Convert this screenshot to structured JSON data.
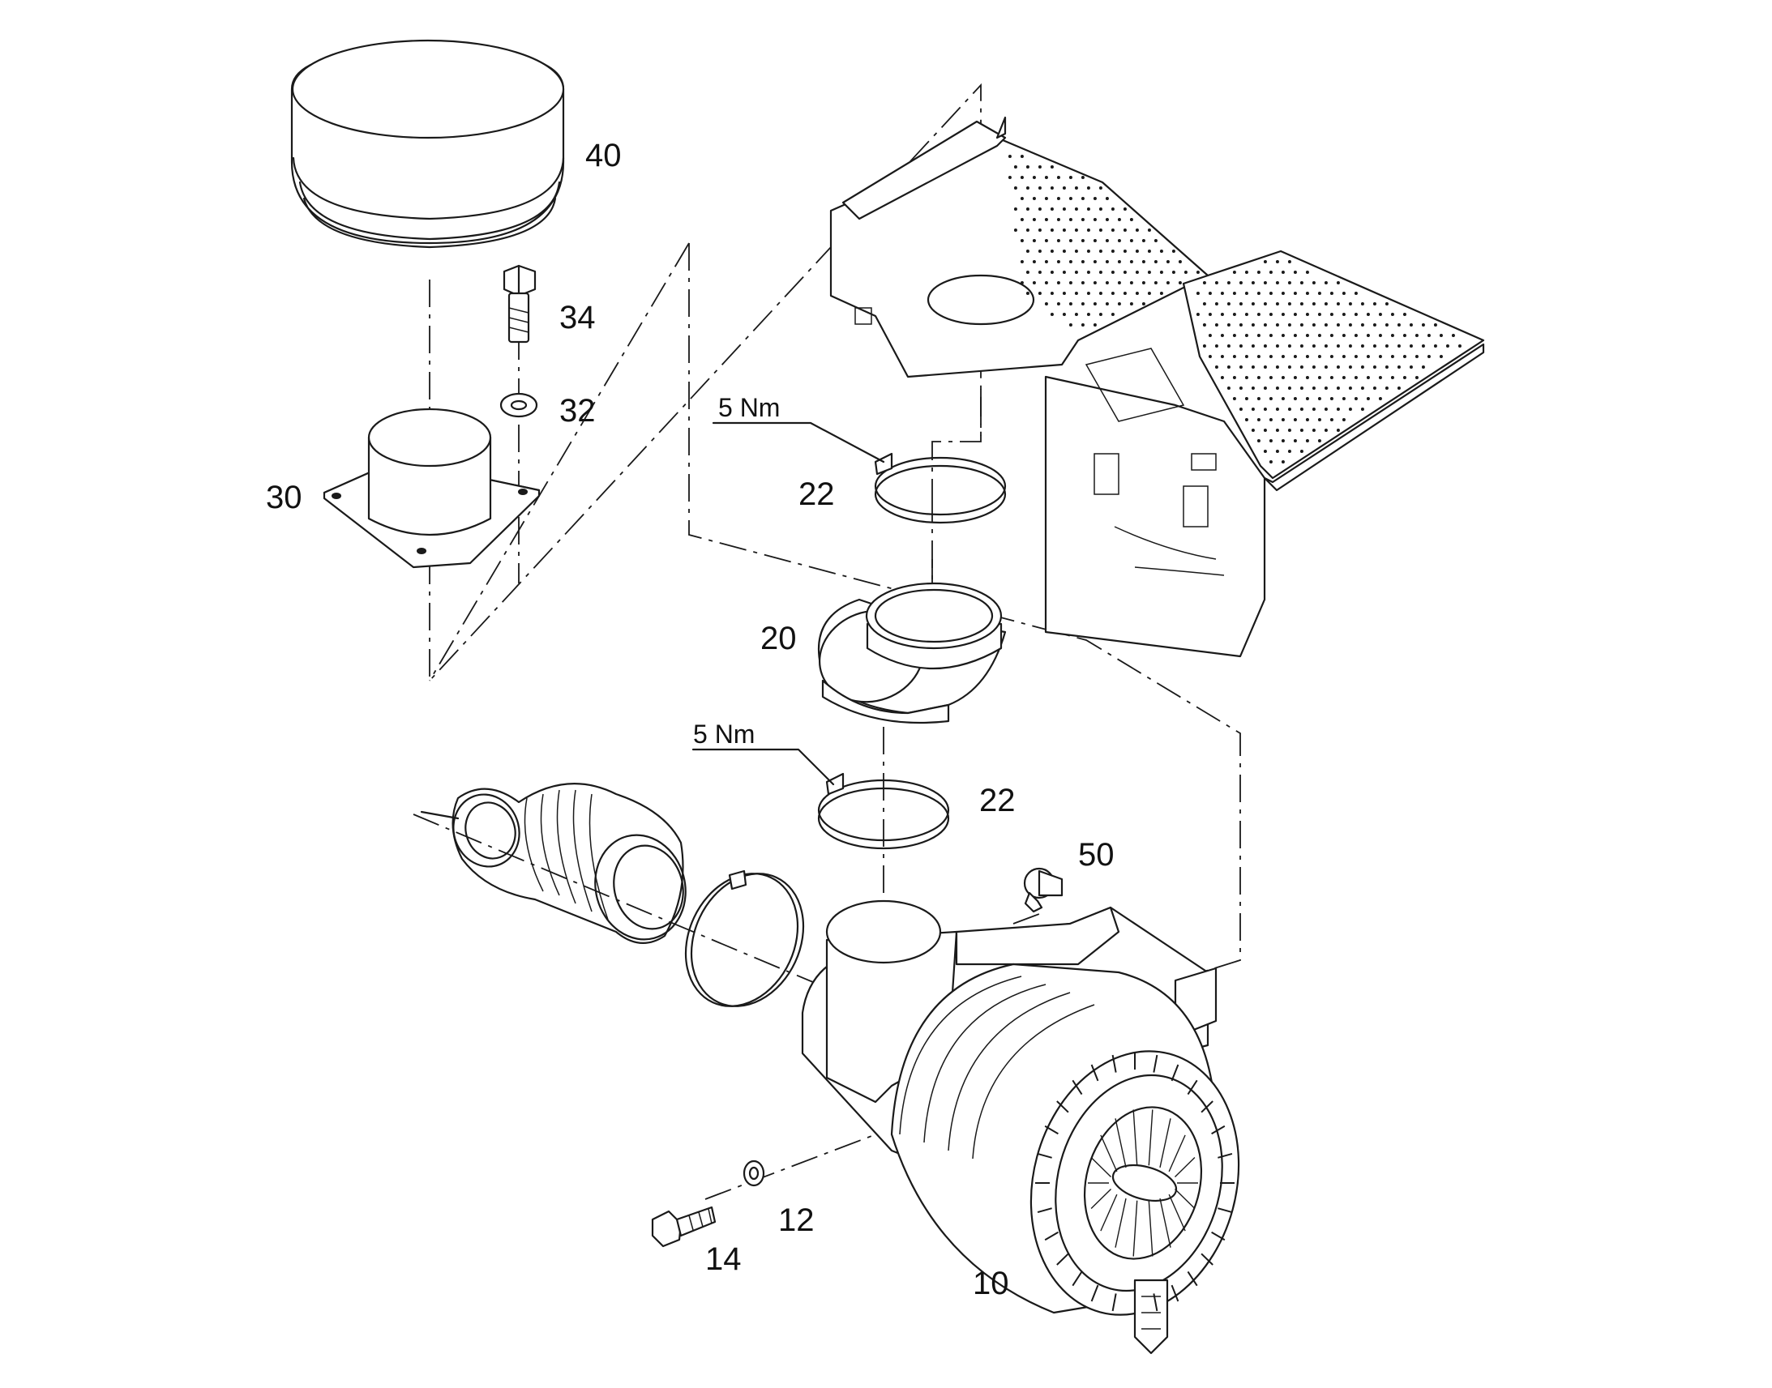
{
  "callouts": {
    "p40": "40",
    "p34": "34",
    "p32": "32",
    "p30": "30",
    "p22_upper": "22",
    "p20": "20",
    "p22_lower": "22",
    "p50": "50",
    "p12": "12",
    "p14": "14",
    "p10": "10"
  },
  "torque_labels": {
    "upper": "5 Nm",
    "lower": "5 Nm"
  },
  "colors": {
    "line": "#1a1a1a",
    "background": "#ffffff"
  }
}
